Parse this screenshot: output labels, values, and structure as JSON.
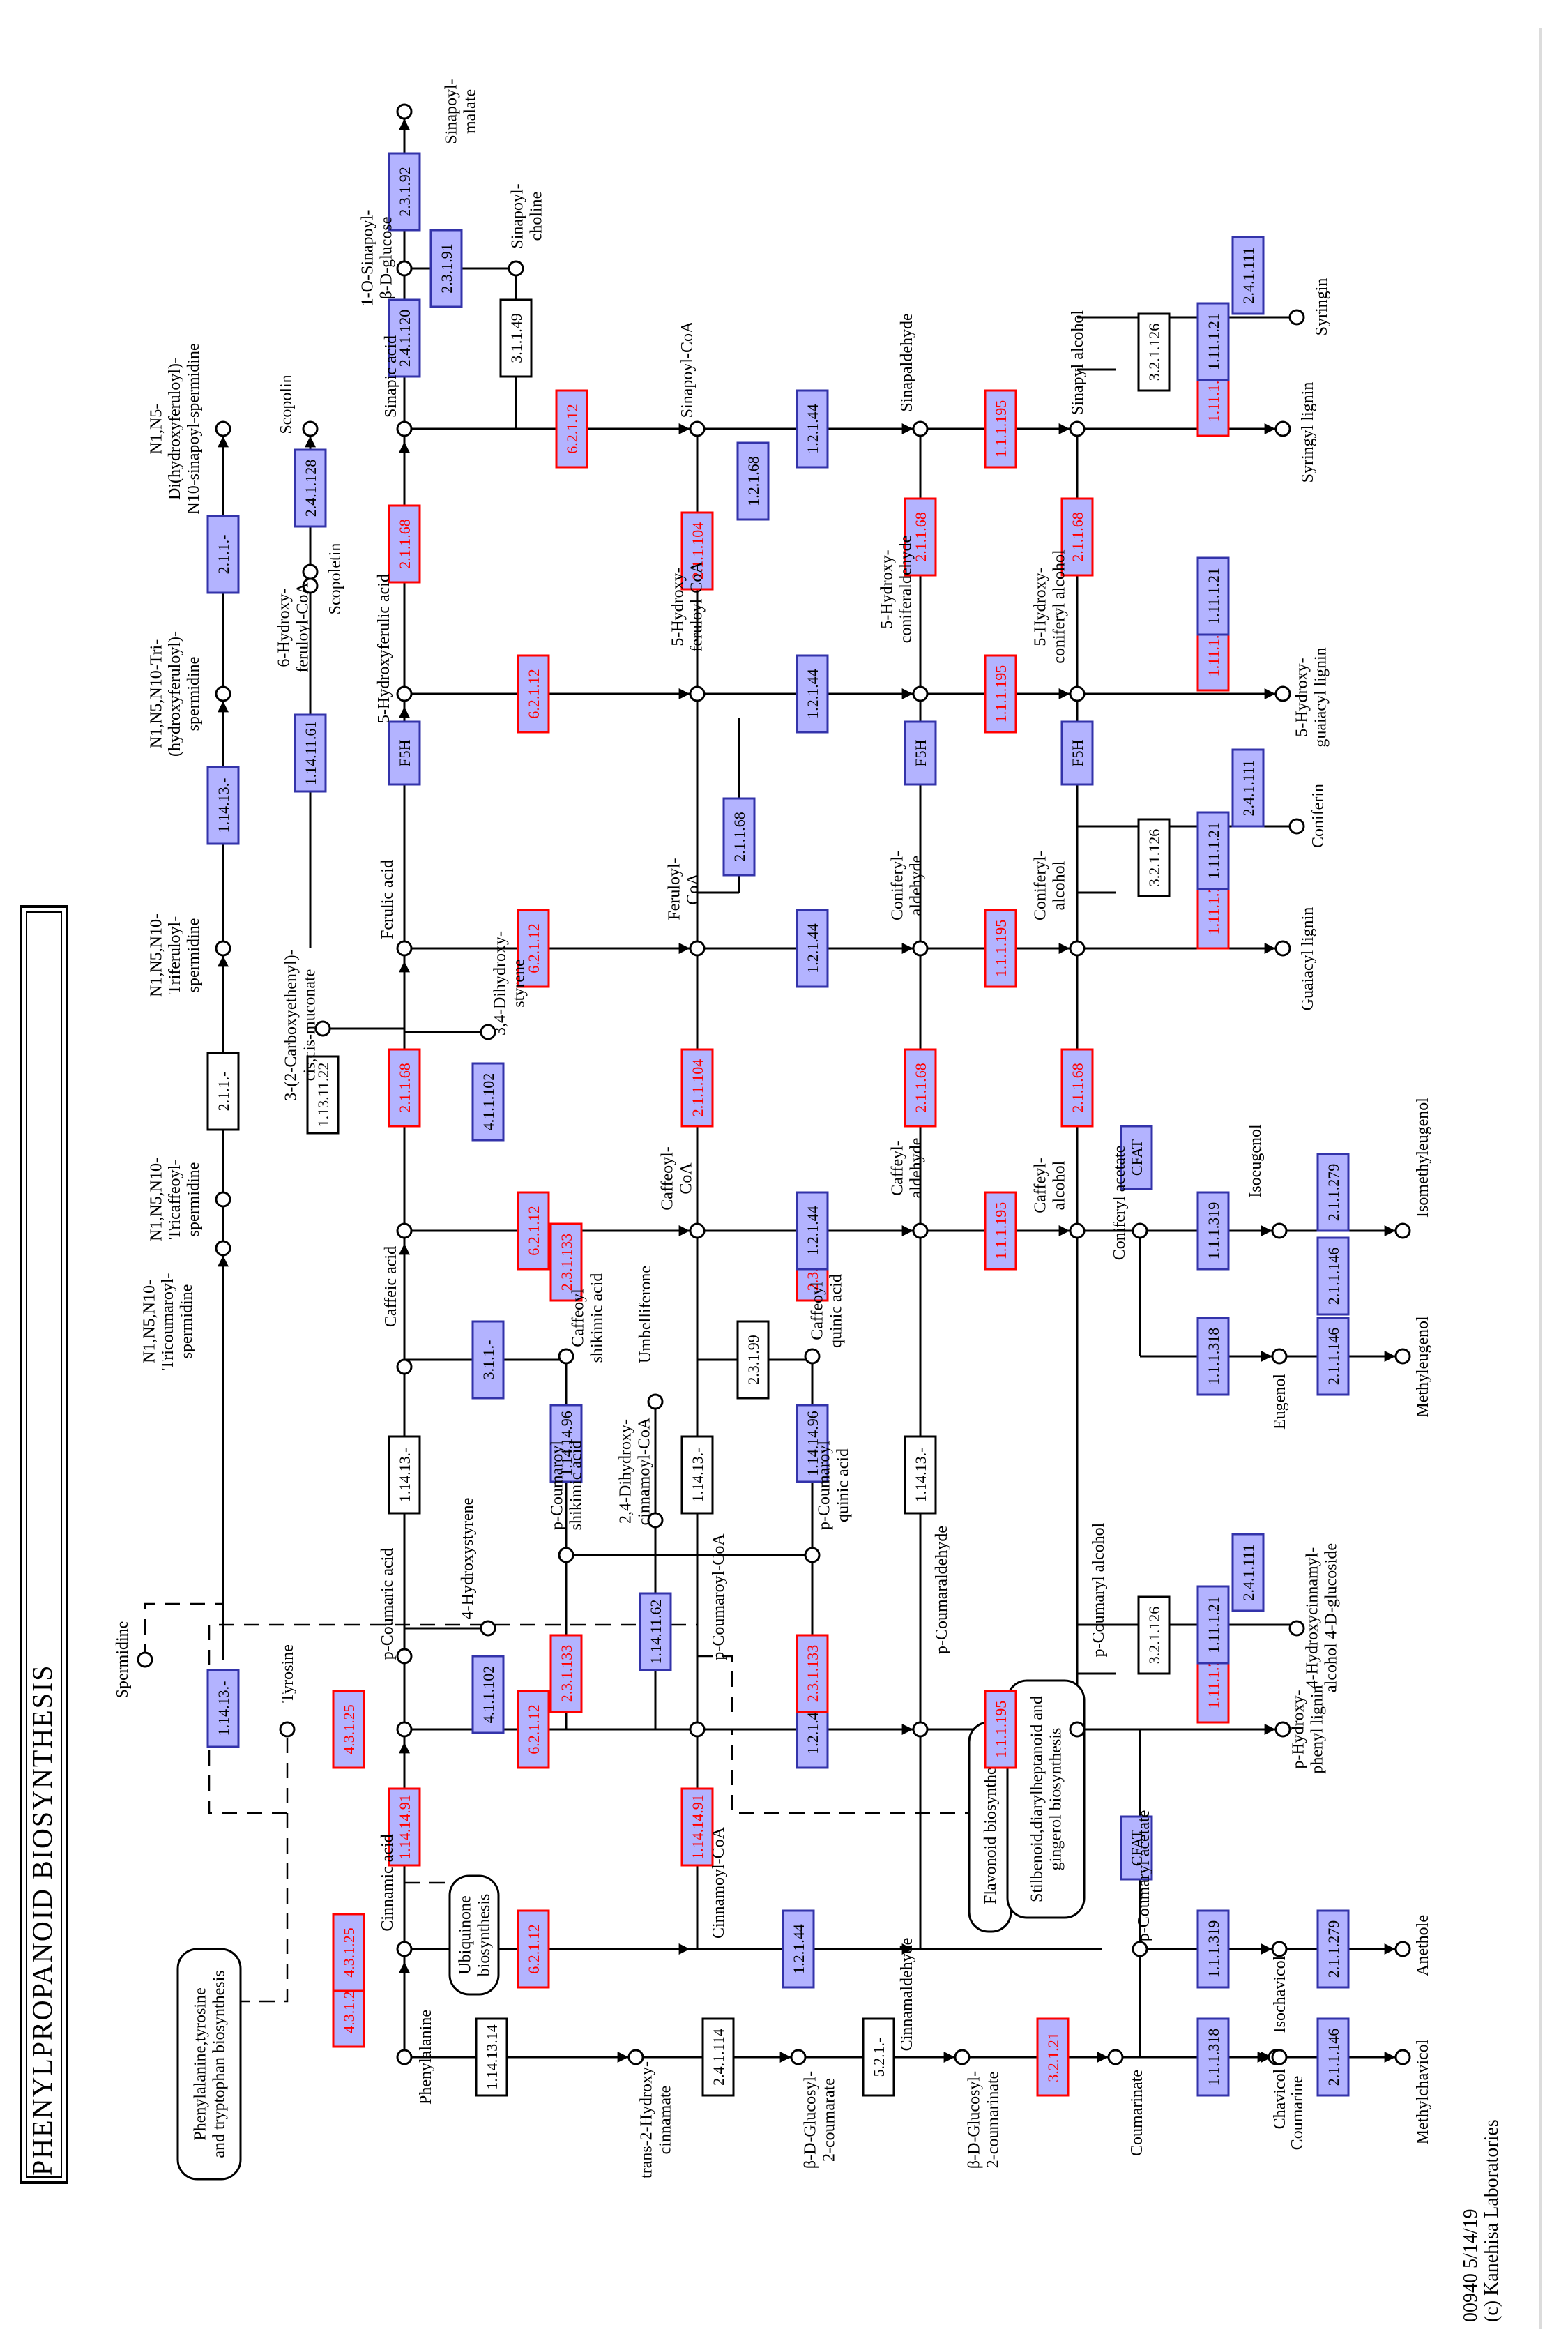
{
  "diagram": {
    "title": "PHENYLPROPANOID BIOSYNTHESIS",
    "pathway_id": "00940 5/14/19",
    "copyright": "(c) Kanehisa Laboratories",
    "colors": {
      "enzyme_fill": "#b3b3ff",
      "enzyme_border": "#3333aa",
      "highlight_border": "#ff0000",
      "highlight_text": "#ff0000",
      "plain_fill": "#ffffff",
      "line": "#000000",
      "text": "#000000"
    },
    "compounds": [
      {
        "id": "c_phe",
        "label": "Phenylalanine"
      },
      {
        "id": "c_cin",
        "label": "Cinnamic acid"
      },
      {
        "id": "c_cincoa",
        "label": "Cinnamoyl-CoA"
      },
      {
        "id": "c_cinald",
        "label": "Cinnamaldehyde"
      },
      {
        "id": "c_trans2",
        "label": "trans-2-Hydroxy-\ncinnamate"
      },
      {
        "id": "c_bdg2c",
        "label": "β-D-Glucosyl-\n2-coumarate"
      },
      {
        "id": "c_bdgcis",
        "label": "β-D-Glucosyl-\n2-coumarinate"
      },
      {
        "id": "c_coumarinate",
        "label": "Coumarinate"
      },
      {
        "id": "c_coumarine",
        "label": "Coumarine"
      },
      {
        "id": "c_tyr",
        "label": "Tyrosine"
      },
      {
        "id": "c_spd",
        "label": "Spermidine"
      },
      {
        "id": "c_pcou",
        "label": "p-Coumaric acid"
      },
      {
        "id": "c_pcoucoa",
        "label": "p-Coumaroyl-CoA"
      },
      {
        "id": "c_pcouald",
        "label": "p-Coumaraldehyde"
      },
      {
        "id": "c_pcoualc",
        "label": "p-Coumaryl alcohol"
      },
      {
        "id": "c_phlig",
        "label": "p-Hydroxy-\nphenyl lignin"
      },
      {
        "id": "c_hcag",
        "label": "4-Hydroxycinnamyl-\nalcohol 4-D-glucoside"
      },
      {
        "id": "c_pcouac",
        "label": "p-Coumaryl acetate"
      },
      {
        "id": "c_chav",
        "label": "Chavicol"
      },
      {
        "id": "c_isochav",
        "label": "Isochavicol"
      },
      {
        "id": "c_mchav",
        "label": "Methylchavicol"
      },
      {
        "id": "c_anet",
        "label": "Anethole"
      },
      {
        "id": "c_hstyr",
        "label": "4-Hydroxystyrene"
      },
      {
        "id": "c_pcshik",
        "label": "p-Coumaroyl\nshikimic acid"
      },
      {
        "id": "c_pcquin",
        "label": "p-Coumaroyl\nquinic acid"
      },
      {
        "id": "c_24dh",
        "label": "2,4-Dihydroxy-\ncinnamoyl-CoA"
      },
      {
        "id": "c_umb",
        "label": "Umbelliferone"
      },
      {
        "id": "c_caf",
        "label": "Caffeic acid"
      },
      {
        "id": "c_cafcoa",
        "label": "Caffeoyl-\nCoA"
      },
      {
        "id": "c_cafald",
        "label": "Caffeyl-\naldehyde"
      },
      {
        "id": "c_cafalc",
        "label": "Caffeyl-\nalcohol"
      },
      {
        "id": "c_cshik",
        "label": "Caffeoyl\nshikimic acid"
      },
      {
        "id": "c_cquin",
        "label": "Caffeoyl\nquinic acid"
      },
      {
        "id": "c_34dh",
        "label": "3,4-Dihydroxy-\nstyrene"
      },
      {
        "id": "c_3cec",
        "label": "3-(2-Carboxyethenyl)-\ncis,cis-muconate"
      },
      {
        "id": "c_coniac",
        "label": "Coniferyl acetate"
      },
      {
        "id": "c_eug",
        "label": "Eugenol"
      },
      {
        "id": "c_isoeug",
        "label": "Isoeugenol"
      },
      {
        "id": "c_meug",
        "label": "Methyleugenol"
      },
      {
        "id": "c_isomeug",
        "label": "Isomethyleugenol"
      },
      {
        "id": "c_fer",
        "label": "Ferulic acid"
      },
      {
        "id": "c_fercoa",
        "label": "Feruloyl-\nCoA"
      },
      {
        "id": "c_conald",
        "label": "Coniferyl-\naldehyde"
      },
      {
        "id": "c_conalc",
        "label": "Coniferyl-\nalcohol"
      },
      {
        "id": "c_glig",
        "label": "Guaiacyl lignin"
      },
      {
        "id": "c_conif",
        "label": "Coniferin"
      },
      {
        "id": "c_6hfcoa",
        "label": "6-Hydroxy-\nferuloyl-CoA"
      },
      {
        "id": "c_scopl",
        "label": "Scopoletin"
      },
      {
        "id": "c_scopn",
        "label": "Scopolin"
      },
      {
        "id": "c_5hfer",
        "label": "5-Hydroxyferulic acid"
      },
      {
        "id": "c_5hfcoa",
        "label": "5-Hydroxy-\nferuloyl-CoA"
      },
      {
        "id": "c_5hcald",
        "label": "5-Hydroxy-\nconiferaldehyde"
      },
      {
        "id": "c_5hcalc",
        "label": "5-Hydroxy-\nconiferyl alcohol"
      },
      {
        "id": "c_5hglig",
        "label": "5-Hydroxy-\nguaiacyl lignin"
      },
      {
        "id": "c_sin",
        "label": "Sinapic acid"
      },
      {
        "id": "c_sincoa",
        "label": "Sinapoyl-CoA"
      },
      {
        "id": "c_sinald",
        "label": "Sinapaldehyde"
      },
      {
        "id": "c_sinalc",
        "label": "Sinapyl alcohol"
      },
      {
        "id": "c_slig",
        "label": "Syringyl lignin"
      },
      {
        "id": "c_syr",
        "label": "Syringin"
      },
      {
        "id": "c_1osg",
        "label": "1-O-Sinapoyl-\nβ-D-glucose"
      },
      {
        "id": "c_sinmal",
        "label": "Sinapoyl-\nmalate"
      },
      {
        "id": "c_sincho",
        "label": "Sinapoyl-\ncholine"
      },
      {
        "id": "c_n1tc",
        "label": "N1,N5,N10-\nTricoumaroyl-\nspermidine"
      },
      {
        "id": "c_n1tcaf",
        "label": "N1,N5,N10-\nTricaffeoyl-\nspermidine"
      },
      {
        "id": "c_n1tfer",
        "label": "N1,N5,N10-\nTriferuloyl-\nspermidine"
      },
      {
        "id": "c_n1thf",
        "label": "N1,N5,N10-Tri-\n(hydroxyferuloyl)-\nspermidine"
      },
      {
        "id": "c_n1dhf",
        "label": "N1,N5-\nDi(hydroxyferuloyl)-\nN10-sinapoyl-spermidine"
      }
    ],
    "maps": [
      {
        "id": "m_phe",
        "label": "Phenylalanine,tyrosine\nand tryptophan biosynthesis"
      },
      {
        "id": "m_ubi",
        "label": "Ubiquinone\nbiosynthesis"
      },
      {
        "id": "m_flav",
        "label": "Flavonoid biosynthesis"
      },
      {
        "id": "m_stil",
        "label": "Stilbenoid,diarylheptanoid and\ngingerol biosynthesis"
      }
    ],
    "enzymes": [
      {
        "id": "e1",
        "label": "4.3.1.24",
        "style": "highlight"
      },
      {
        "id": "e2",
        "label": "4.3.1.25",
        "style": "highlight"
      },
      {
        "id": "e3",
        "label": "4.3.1.25",
        "style": "highlight"
      },
      {
        "id": "e4",
        "label": "1.14.14.91",
        "style": "highlight"
      },
      {
        "id": "e5",
        "label": "6.2.1.12",
        "style": "highlight"
      },
      {
        "id": "e6",
        "label": "1.14.14.91",
        "style": "highlight"
      },
      {
        "id": "e7",
        "label": "1.2.1.44",
        "style": "enzyme"
      },
      {
        "id": "e8",
        "label": "1.14.13.14",
        "style": "plain"
      },
      {
        "id": "e9",
        "label": "2.4.1.114",
        "style": "plain"
      },
      {
        "id": "e10",
        "label": "5.2.1.-",
        "style": "plain"
      },
      {
        "id": "e11",
        "label": "3.2.1.21",
        "style": "highlight"
      },
      {
        "id": "e12",
        "label": "6.2.1.12",
        "style": "highlight"
      },
      {
        "id": "e13",
        "label": "1.2.1.44",
        "style": "enzyme"
      },
      {
        "id": "e14",
        "label": "1.1.1.195",
        "style": "highlight"
      },
      {
        "id": "e15",
        "label": "1.11.1.7",
        "style": "highlight"
      },
      {
        "id": "e16",
        "label": "1.11.1.21",
        "style": "enzyme"
      },
      {
        "id": "e17",
        "label": "3.2.1.126",
        "style": "plain"
      },
      {
        "id": "e18",
        "label": "2.4.1.111",
        "style": "enzyme"
      },
      {
        "id": "e19",
        "label": "CFAT",
        "style": "enzyme"
      },
      {
        "id": "e20",
        "label": "1.1.1.318",
        "style": "enzyme"
      },
      {
        "id": "e21",
        "label": "1.1.1.319",
        "style": "enzyme"
      },
      {
        "id": "e22",
        "label": "2.1.1.146",
        "style": "enzyme"
      },
      {
        "id": "e23",
        "label": "2.1.1.279",
        "style": "enzyme"
      },
      {
        "id": "e24",
        "label": "4.1.1.102",
        "style": "enzyme"
      },
      {
        "id": "e25",
        "label": "2.3.1.133",
        "style": "highlight"
      },
      {
        "id": "e26",
        "label": "2.3.1.133",
        "style": "highlight"
      },
      {
        "id": "e27",
        "label": "1.14.14.96",
        "style": "enzyme"
      },
      {
        "id": "e28",
        "label": "1.14.14.96",
        "style": "enzyme"
      },
      {
        "id": "e29",
        "label": "1.14.11.62",
        "style": "enzyme"
      },
      {
        "id": "e30",
        "label": "1.14.13.-",
        "style": "plain"
      },
      {
        "id": "e31",
        "label": "1.14.13.-",
        "style": "plain"
      },
      {
        "id": "e32",
        "label": "1.14.13.-",
        "style": "plain"
      },
      {
        "id": "e33",
        "label": "3.1.1.-",
        "style": "enzyme"
      },
      {
        "id": "e34",
        "label": "2.3.1.99",
        "style": "plain"
      },
      {
        "id": "e35",
        "label": "2.3.1.133",
        "style": "highlight"
      },
      {
        "id": "e36",
        "label": "2.3.1.133",
        "style": "highlight"
      },
      {
        "id": "e37",
        "label": "6.2.1.12",
        "style": "highlight"
      },
      {
        "id": "e38",
        "label": "1.2.1.44",
        "style": "enzyme"
      },
      {
        "id": "e39",
        "label": "1.1.1.195",
        "style": "highlight"
      },
      {
        "id": "e40",
        "label": "CFAT",
        "style": "enzyme"
      },
      {
        "id": "e41",
        "label": "1.1.1.318",
        "style": "enzyme"
      },
      {
        "id": "e42",
        "label": "1.1.1.319",
        "style": "enzyme"
      },
      {
        "id": "e43",
        "label": "2.1.1.146",
        "style": "enzyme"
      },
      {
        "id": "e44",
        "label": "2.1.1.146",
        "style": "enzyme"
      },
      {
        "id": "e45",
        "label": "2.1.1.279",
        "style": "enzyme"
      },
      {
        "id": "e46",
        "label": "1.13.11.22",
        "style": "plain"
      },
      {
        "id": "e47",
        "label": "4.1.1.102",
        "style": "enzyme"
      },
      {
        "id": "e48",
        "label": "2.1.1.68",
        "style": "highlight"
      },
      {
        "id": "e49",
        "label": "2.1.1.104",
        "style": "highlight"
      },
      {
        "id": "e50",
        "label": "2.1.1.68",
        "style": "highlight"
      },
      {
        "id": "e51",
        "label": "2.1.1.68",
        "style": "highlight"
      },
      {
        "id": "e52",
        "label": "6.2.1.12",
        "style": "highlight"
      },
      {
        "id": "e53",
        "label": "1.2.1.44",
        "style": "enzyme"
      },
      {
        "id": "e54",
        "label": "1.1.1.195",
        "style": "highlight"
      },
      {
        "id": "e55",
        "label": "1.11.1.7",
        "style": "highlight"
      },
      {
        "id": "e56",
        "label": "1.11.1.21",
        "style": "enzyme"
      },
      {
        "id": "e57",
        "label": "3.2.1.126",
        "style": "plain"
      },
      {
        "id": "e58",
        "label": "2.4.1.111",
        "style": "enzyme"
      },
      {
        "id": "e59",
        "label": "2.1.1.68",
        "style": "enzyme"
      },
      {
        "id": "e60",
        "label": "1.14.11.61",
        "style": "enzyme"
      },
      {
        "id": "e61",
        "label": "F5H",
        "style": "enzyme"
      },
      {
        "id": "e62",
        "label": "F5H",
        "style": "enzyme"
      },
      {
        "id": "e63",
        "label": "F5H",
        "style": "enzyme"
      },
      {
        "id": "e64",
        "label": "6.2.1.12",
        "style": "highlight"
      },
      {
        "id": "e65",
        "label": "1.2.1.44",
        "style": "enzyme"
      },
      {
        "id": "e66",
        "label": "1.1.1.195",
        "style": "highlight"
      },
      {
        "id": "e67",
        "label": "1.11.1.7",
        "style": "highlight"
      },
      {
        "id": "e68",
        "label": "1.11.1.21",
        "style": "enzyme"
      },
      {
        "id": "e69",
        "label": "2.4.1.128",
        "style": "enzyme"
      },
      {
        "id": "e70",
        "label": "2.1.1.68",
        "style": "highlight"
      },
      {
        "id": "e71",
        "label": "2.1.1.104",
        "style": "highlight"
      },
      {
        "id": "e72",
        "label": "2.1.1.68",
        "style": "highlight"
      },
      {
        "id": "e73",
        "label": "2.1.1.68",
        "style": "highlight"
      },
      {
        "id": "e74",
        "label": "6.2.1.12",
        "style": "highlight"
      },
      {
        "id": "e75",
        "label": "1.2.1.44",
        "style": "enzyme"
      },
      {
        "id": "e76",
        "label": "1.1.1.195",
        "style": "highlight"
      },
      {
        "id": "e77",
        "label": "1.11.1.7",
        "style": "highlight"
      },
      {
        "id": "e78",
        "label": "1.11.1.21",
        "style": "enzyme"
      },
      {
        "id": "e79",
        "label": "3.2.1.126",
        "style": "plain"
      },
      {
        "id": "e80",
        "label": "2.4.1.111",
        "style": "enzyme"
      },
      {
        "id": "e81",
        "label": "1.2.1.68",
        "style": "enzyme"
      },
      {
        "id": "e82",
        "label": "2.4.1.120",
        "style": "enzyme"
      },
      {
        "id": "e83",
        "label": "3.1.1.49",
        "style": "plain"
      },
      {
        "id": "e84",
        "label": "2.3.1.91",
        "style": "enzyme"
      },
      {
        "id": "e85",
        "label": "2.3.1.92",
        "style": "enzyme"
      },
      {
        "id": "e86",
        "label": "1.14.13.-",
        "style": "enzyme"
      },
      {
        "id": "e87",
        "label": "2.1.1.-",
        "style": "plain"
      },
      {
        "id": "e88",
        "label": "1.14.13.-",
        "style": "enzyme"
      },
      {
        "id": "e89",
        "label": "2.1.1.-",
        "style": "enzyme"
      }
    ]
  }
}
